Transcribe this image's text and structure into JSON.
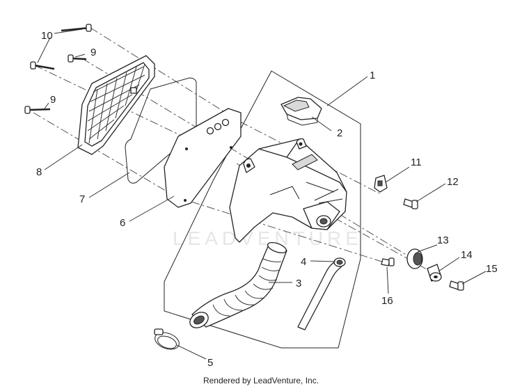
{
  "callouts": {
    "c1": "1",
    "c2": "2",
    "c3": "3",
    "c4": "4",
    "c5": "5",
    "c6": "6",
    "c7": "7",
    "c8": "8",
    "c9a": "9",
    "c9b": "9",
    "c10": "10",
    "c11": "11",
    "c12": "12",
    "c13": "13",
    "c14": "14",
    "c15": "15",
    "c16": "16"
  },
  "watermark": "LEADVENTURE",
  "footer": "Rendered by LeadVenture, Inc."
}
